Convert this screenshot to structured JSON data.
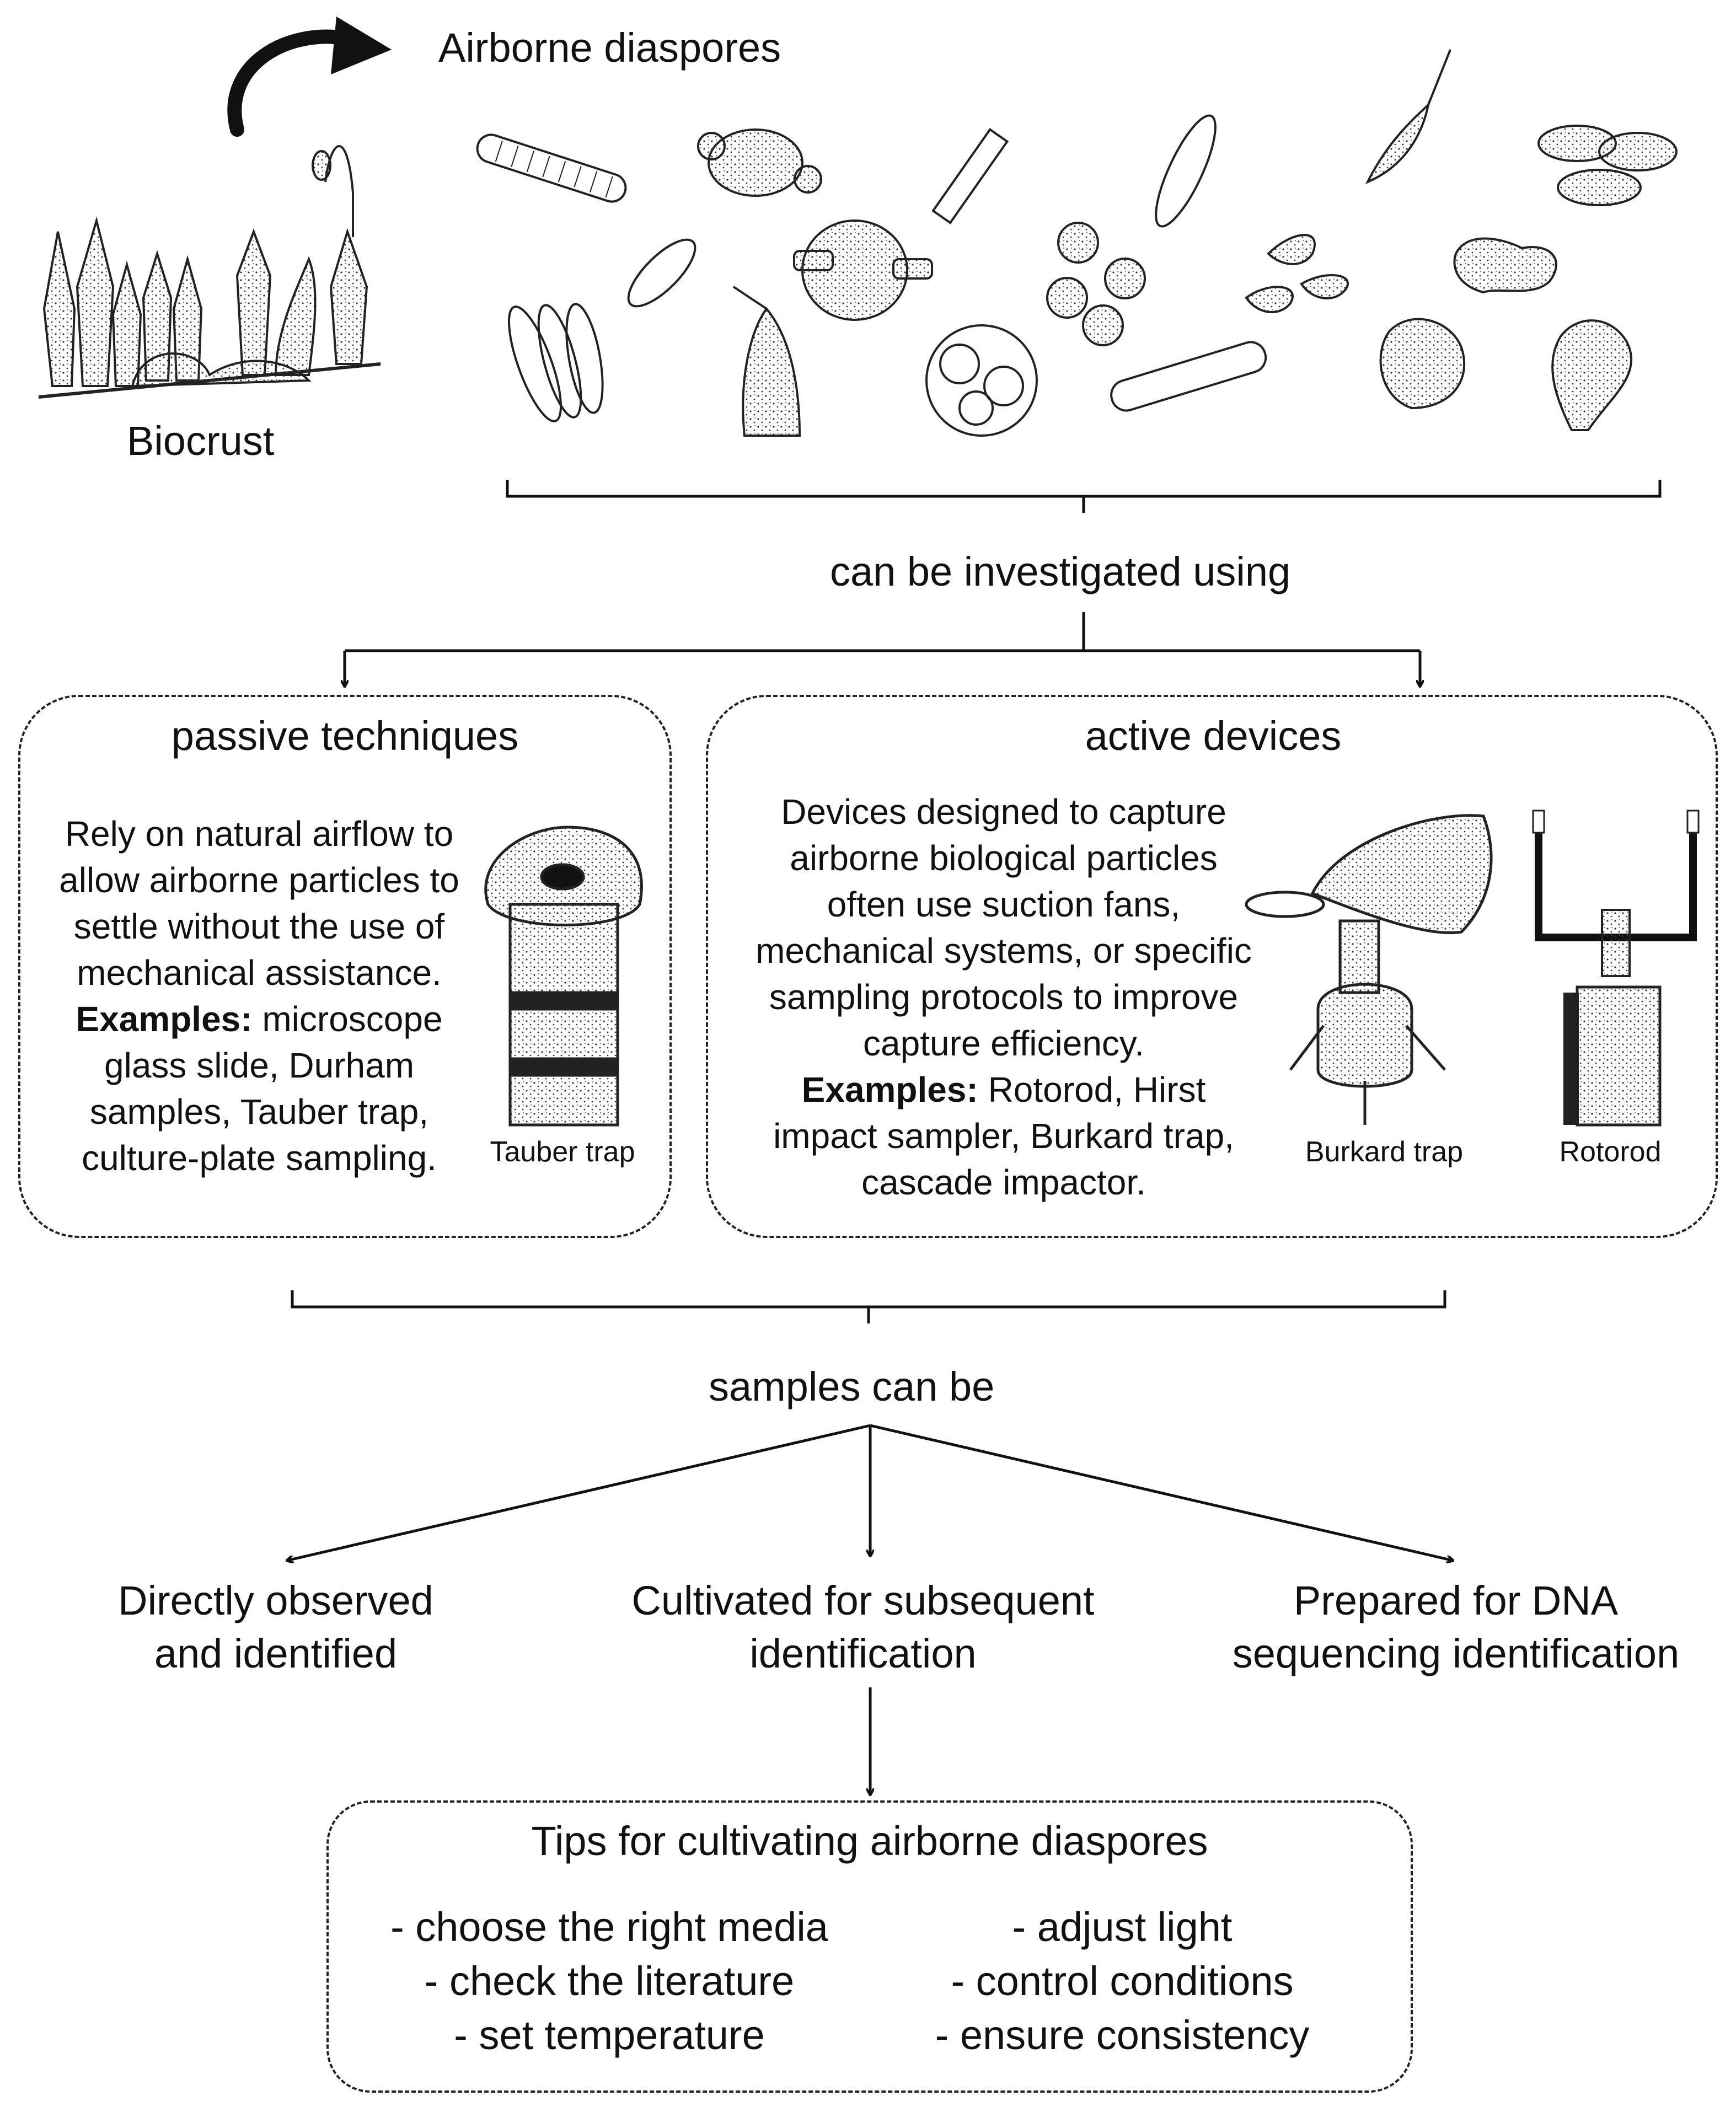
{
  "top": {
    "biocrust_label": "Biocrust",
    "diaspores_label": "Airborne diaspores"
  },
  "investigate_label": "can be investigated using",
  "passive": {
    "title": "passive techniques",
    "lines": [
      "Rely on natural airflow to",
      "allow airborne particles to",
      "settle without the use of",
      "mechanical assistance."
    ],
    "examples_label": "Examples:",
    "examples_first": "microscope",
    "examples_rest": [
      "glass slide, Durham",
      "samples, Tauber trap,",
      "culture-plate sampling."
    ],
    "device_caption": "Tauber trap"
  },
  "active": {
    "title": "active devices",
    "lines": [
      "Devices designed to capture",
      "airborne biological particles",
      "often use suction fans,",
      "mechanical systems, or specific",
      "sampling protocols to improve",
      "capture efficiency."
    ],
    "examples_label": "Examples:",
    "examples_first": "Rotorod, Hirst",
    "examples_rest": [
      "impact sampler, Burkard trap,",
      "cascade impactor."
    ],
    "device_captions": [
      "Burkard trap",
      "Rotorod"
    ]
  },
  "samples_label": "samples can be",
  "outcomes": [
    {
      "line1": "Directly observed",
      "line2": "and identified"
    },
    {
      "line1": "Cultivated for subsequent",
      "line2": "identification"
    },
    {
      "line1": "Prepared for DNA",
      "line2": "sequencing identification"
    }
  ],
  "tips": {
    "title": "Tips for cultivating airborne diaspores",
    "left": [
      "- choose the right media",
      "- check the literature",
      "- set temperature"
    ],
    "right": [
      "- adjust light",
      "- control conditions",
      "- ensure consistency"
    ]
  }
}
